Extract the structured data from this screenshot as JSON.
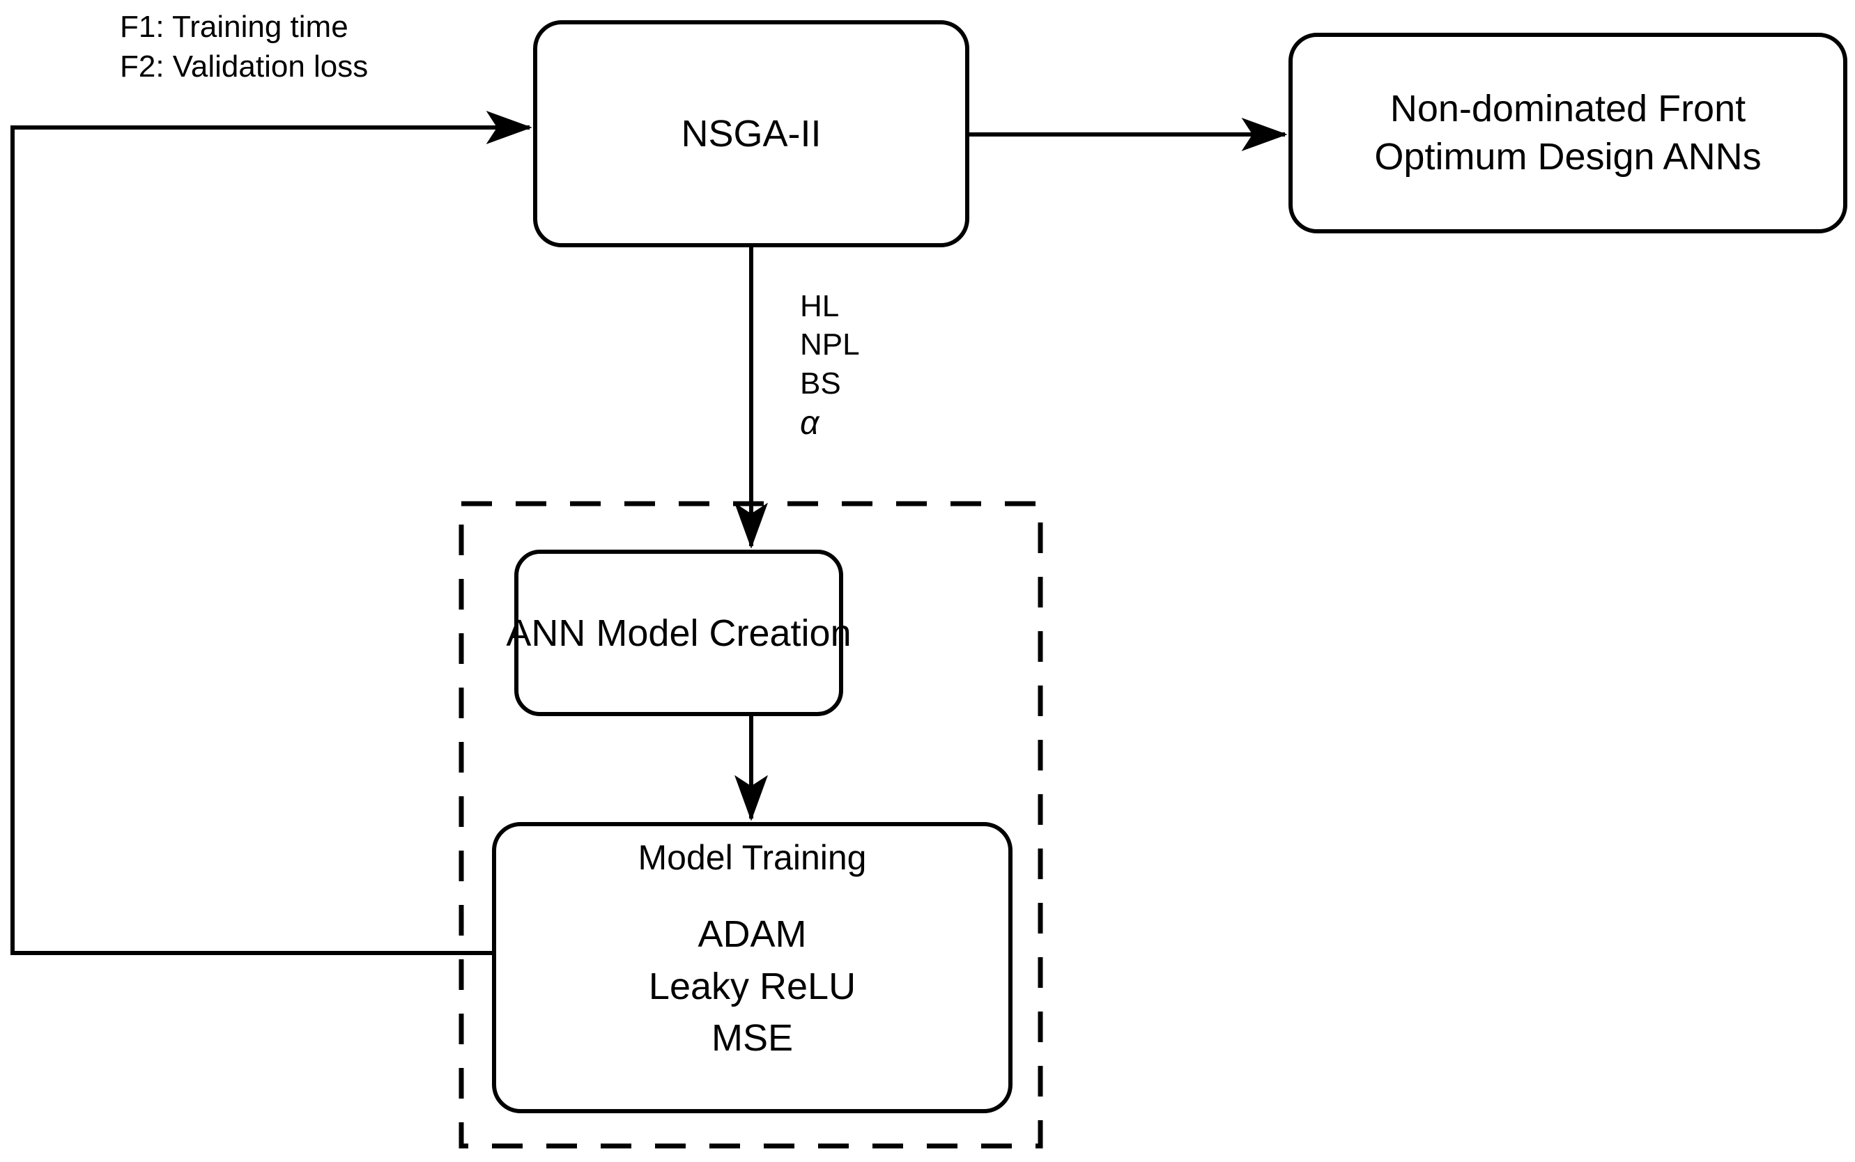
{
  "diagram": {
    "title": "NSGA-II driven ANN design optimization flowchart",
    "background_color": "#ffffff",
    "stroke_color": "#000000"
  },
  "objectives": {
    "f1": "F1: Training time",
    "f2": "F2: Validation loss"
  },
  "nodes": {
    "nsga": {
      "label": "NSGA-II"
    },
    "result": {
      "line1": "Non-dominated Front",
      "line2": "Optimum Design ANNs"
    },
    "ann_creation": {
      "label": "ANN Model Creation"
    },
    "model_training": {
      "title": "Model Training",
      "optimizer": "ADAM",
      "activation": "Leaky ReLU",
      "loss": "MSE"
    }
  },
  "edge_labels": {
    "hyperparameters": [
      "HL",
      "NPL",
      "BS",
      "α"
    ]
  },
  "groups": {
    "training_loop": {
      "style": "dashed"
    }
  }
}
